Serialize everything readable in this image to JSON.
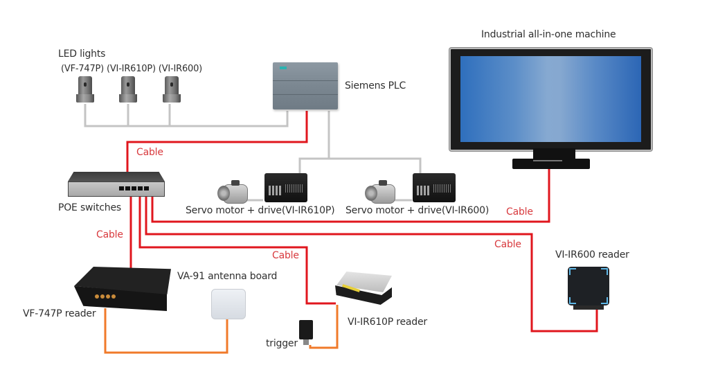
{
  "diagram": {
    "labels": {
      "led_title": "LED lights",
      "led_models": "(VF-747P) (VI-IR610P) (VI-IR600)",
      "plc": "Siemens PLC",
      "monitor": "Industrial all-in-one machine",
      "poe": "POE switches",
      "servo_1": "Servo motor + drive(VI-IR610P)",
      "servo_2": "Servo motor + drive(VI-IR600)",
      "vf747_reader": "VF-747P reader",
      "antenna": "VA-91  antenna board",
      "ir610_reader": "VI-IR610P reader",
      "trigger": "trigger",
      "ir600_reader": "VI-IR600 reader"
    },
    "cable_labels": [
      "Cable",
      "Cable",
      "Cable",
      "Cable",
      "Cable"
    ],
    "colors": {
      "cable": "#e0161d",
      "cable_label": "#d8393d",
      "io_wire": "#f07a2a",
      "control_wire": "#c4c4c4",
      "screen": "#5c8ec8"
    },
    "nodes": [
      "LED lights",
      "Siemens PLC",
      "Industrial all-in-one machine",
      "POE switches",
      "Servo motor + drive (VI-IR610P)",
      "Servo motor + drive (VI-IR600)",
      "VF-747P reader",
      "VA-91 antenna board",
      "VI-IR610P reader",
      "trigger",
      "VI-IR600 reader"
    ],
    "edges": [
      {
        "from": "LED lights",
        "to": "Siemens PLC",
        "type": "control"
      },
      {
        "from": "Siemens PLC",
        "to": "POE switches",
        "type": "cable"
      },
      {
        "from": "Siemens PLC",
        "to": "Servo motor + drive (VI-IR610P)",
        "type": "control"
      },
      {
        "from": "Siemens PLC",
        "to": "Servo motor + drive (VI-IR600)",
        "type": "control"
      },
      {
        "from": "POE switches",
        "to": "Industrial all-in-one machine",
        "type": "cable"
      },
      {
        "from": "POE switches",
        "to": "VF-747P reader",
        "type": "cable"
      },
      {
        "from": "POE switches",
        "to": "VI-IR610P reader",
        "type": "cable"
      },
      {
        "from": "POE switches",
        "to": "VI-IR600 reader",
        "type": "cable"
      },
      {
        "from": "VF-747P reader",
        "to": "VA-91 antenna board",
        "type": "io"
      },
      {
        "from": "VI-IR610P reader",
        "to": "trigger",
        "type": "io"
      }
    ]
  }
}
